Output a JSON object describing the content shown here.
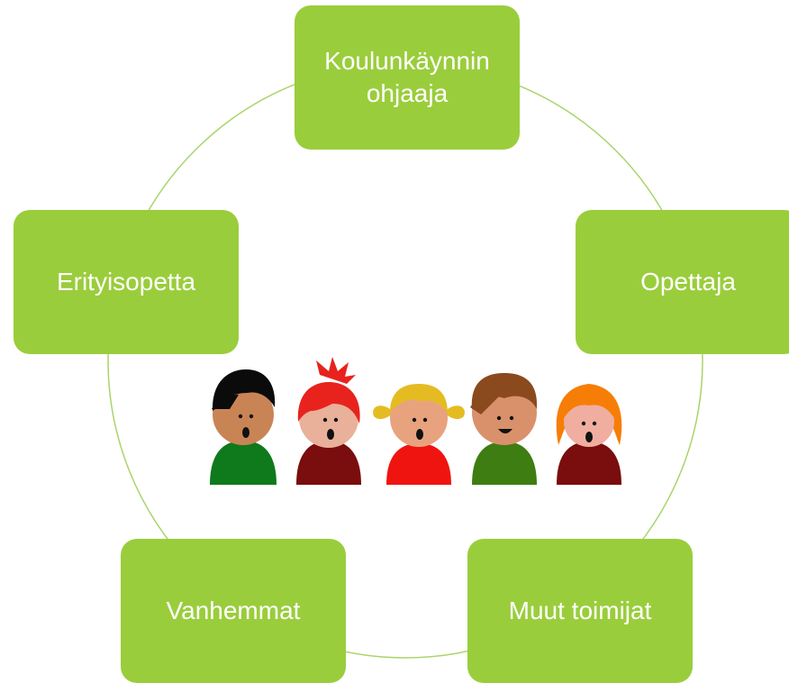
{
  "diagram": {
    "accent_color": "#9ACD3C",
    "ring_color": "#A9D46A",
    "nodes": {
      "top": "Koulunkäynnin ohjaaja",
      "right": "Opettaja",
      "bottom_right": "Muut toimijat",
      "bottom_left": "Vanhemmat",
      "left": "Erityisopetta"
    },
    "center_image": "group-of-children-illustration"
  }
}
